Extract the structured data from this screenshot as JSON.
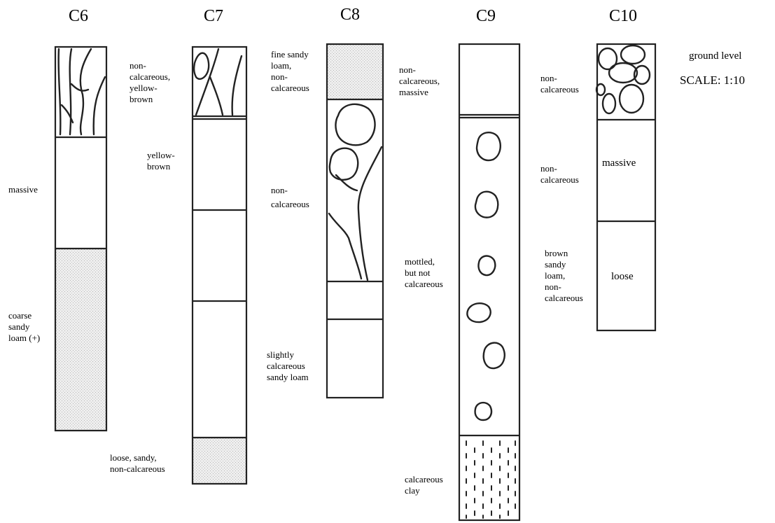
{
  "columns": [
    {
      "id": "C6",
      "title": "C6",
      "labels": [
        "massive",
        "coarse",
        "sandy",
        "loam (+)"
      ]
    },
    {
      "id": "C7",
      "title": "C7",
      "labels": [
        "non-",
        "calcareous,",
        "yellow-",
        "brown",
        "yellow-",
        "brown",
        "loose, sandy,",
        "non-calcareous"
      ]
    },
    {
      "id": "C8",
      "title": "C8",
      "labels": [
        "fine sandy",
        "loam,",
        "non-",
        "calcareous",
        "non-",
        "calcareous",
        "slightly",
        "calcareous",
        "sandy loam"
      ]
    },
    {
      "id": "C9",
      "title": "C9",
      "labels": [
        "non-",
        "calcareous,",
        "massive",
        "mottled,",
        "but not",
        "calcareous",
        "calcareous",
        "clay"
      ]
    },
    {
      "id": "C10",
      "title": "C10",
      "labels": [
        "non-",
        "calcareous",
        "massive",
        "non-",
        "calcareous",
        "brown",
        "sandy",
        "loam,",
        "non-",
        "calcareous",
        "loose"
      ]
    }
  ],
  "legend": {
    "ground_level": "ground level",
    "scale": "SCALE: 1:10"
  },
  "symbols": {
    "cross_star": "cross-star-icon",
    "stone": "stone-outline",
    "root": "root-line"
  },
  "colors": {
    "ink": "#222222",
    "stipple": "#c8c8c8",
    "background": "#ffffff"
  }
}
